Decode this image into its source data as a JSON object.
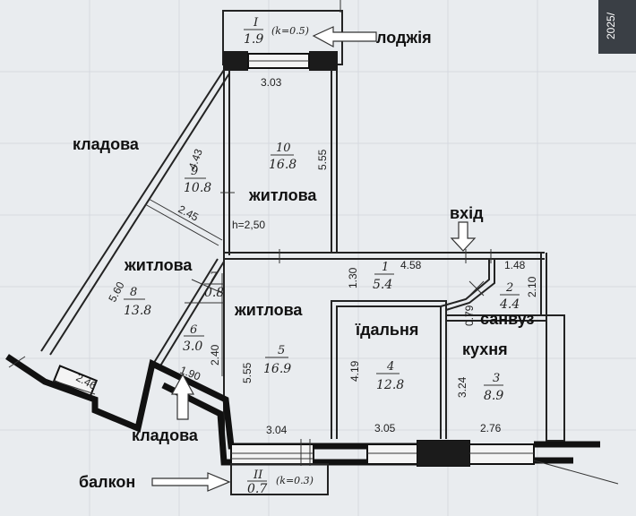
{
  "labels": {
    "loggia": "лоджія",
    "storage_top": "кладова",
    "storage_bottom": "кладова",
    "living_1": "житлова",
    "living_2": "житлова",
    "living_3": "житлова",
    "entrance": "вхід",
    "bathroom": "санвуз",
    "dining": "їдальня",
    "kitchen": "кухня",
    "balcony": "балкон"
  },
  "rooms": [
    {
      "id": "I",
      "num": "I",
      "area": "1.9",
      "k": "(k=0.5)"
    },
    {
      "id": "10",
      "num": "10",
      "area": "16.8"
    },
    {
      "id": "9",
      "num": "9",
      "area": "10.8"
    },
    {
      "id": "8",
      "num": "8",
      "area": "13.8"
    },
    {
      "id": "7",
      "num": "7",
      "area": "0.8"
    },
    {
      "id": "6",
      "num": "6",
      "area": "3.0"
    },
    {
      "id": "5",
      "num": "5",
      "area": "16.9"
    },
    {
      "id": "1",
      "num": "1",
      "area": "5.4"
    },
    {
      "id": "2",
      "num": "2",
      "area": "4.4"
    },
    {
      "id": "4",
      "num": "4",
      "area": "12.8"
    },
    {
      "id": "3",
      "num": "3",
      "area": "8.9"
    },
    {
      "id": "II",
      "num": "II",
      "area": "0.7",
      "k": "(k=0.3)"
    }
  ],
  "dimensions": {
    "d303": "3.03",
    "d443": "4.43",
    "d555_top": "5.55",
    "d245": "2.45",
    "h": "h=2,50",
    "d130": "1.30",
    "d458": "4.58",
    "d148": "1.48",
    "d210": "2.10",
    "d560": "5.60",
    "d079": "0.79",
    "d240": "2.40",
    "d419": "4.19",
    "d555_bottom": "5.55",
    "d324": "3.24",
    "d246": "2.46",
    "d190": "1.90",
    "d304": "3.04",
    "d305": "3.05",
    "d276": "2.76"
  },
  "corner_text": "2025/"
}
